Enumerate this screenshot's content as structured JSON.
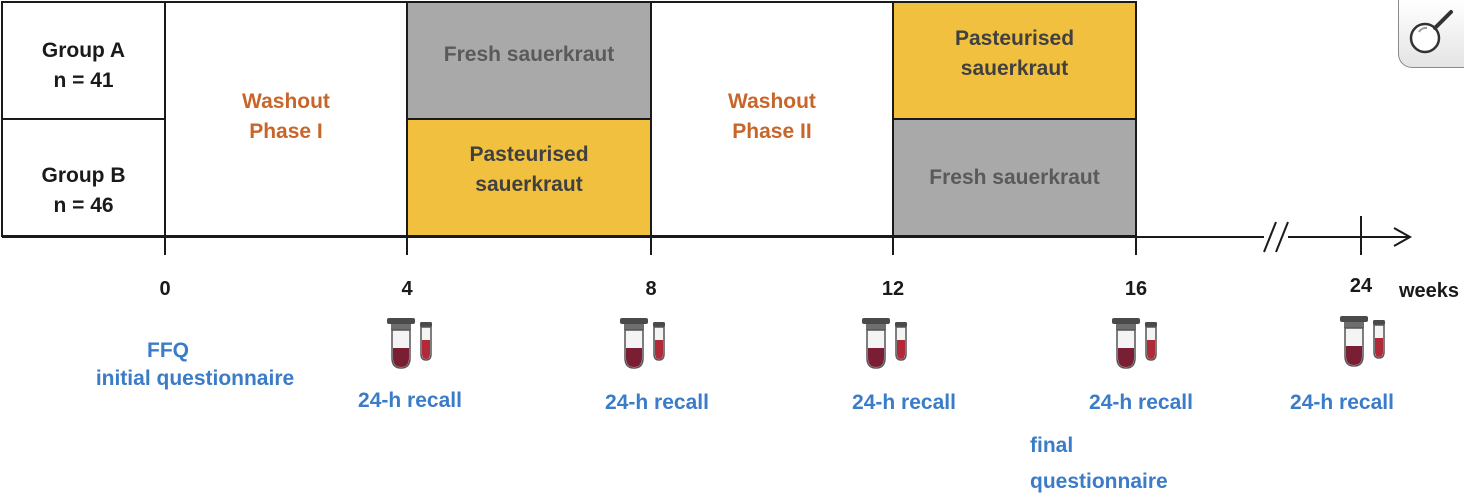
{
  "groups": [
    {
      "name": "Group A",
      "n": "n = 41"
    },
    {
      "name": "Group B",
      "n": "n = 46"
    }
  ],
  "washout": [
    {
      "line1": "Washout",
      "line2": "Phase I"
    },
    {
      "line1": "Washout",
      "line2": "Phase II"
    }
  ],
  "treatments": {
    "fresh": "Fresh sauerkraut",
    "pasteurised_line1": "Pasteurised",
    "pasteurised_line2": "sauerkraut"
  },
  "colors": {
    "fresh": "#a9a9a9",
    "pasteurised": "#f2c03f",
    "washout_text": "#c8652a",
    "blue_text": "#3b7cc8"
  },
  "timeline": {
    "ticks": [
      "0",
      "4",
      "8",
      "12",
      "16",
      "24"
    ],
    "unit": "weeks",
    "break_symbol": "//"
  },
  "annotations": {
    "ffq": "FFQ",
    "initial": "initial questionnaire",
    "recall": "24-h recall",
    "final_line1": "final",
    "final_line2": "questionnaire"
  },
  "icons": [
    "blood-sample-tubes-icon",
    "magnifier-icon"
  ]
}
